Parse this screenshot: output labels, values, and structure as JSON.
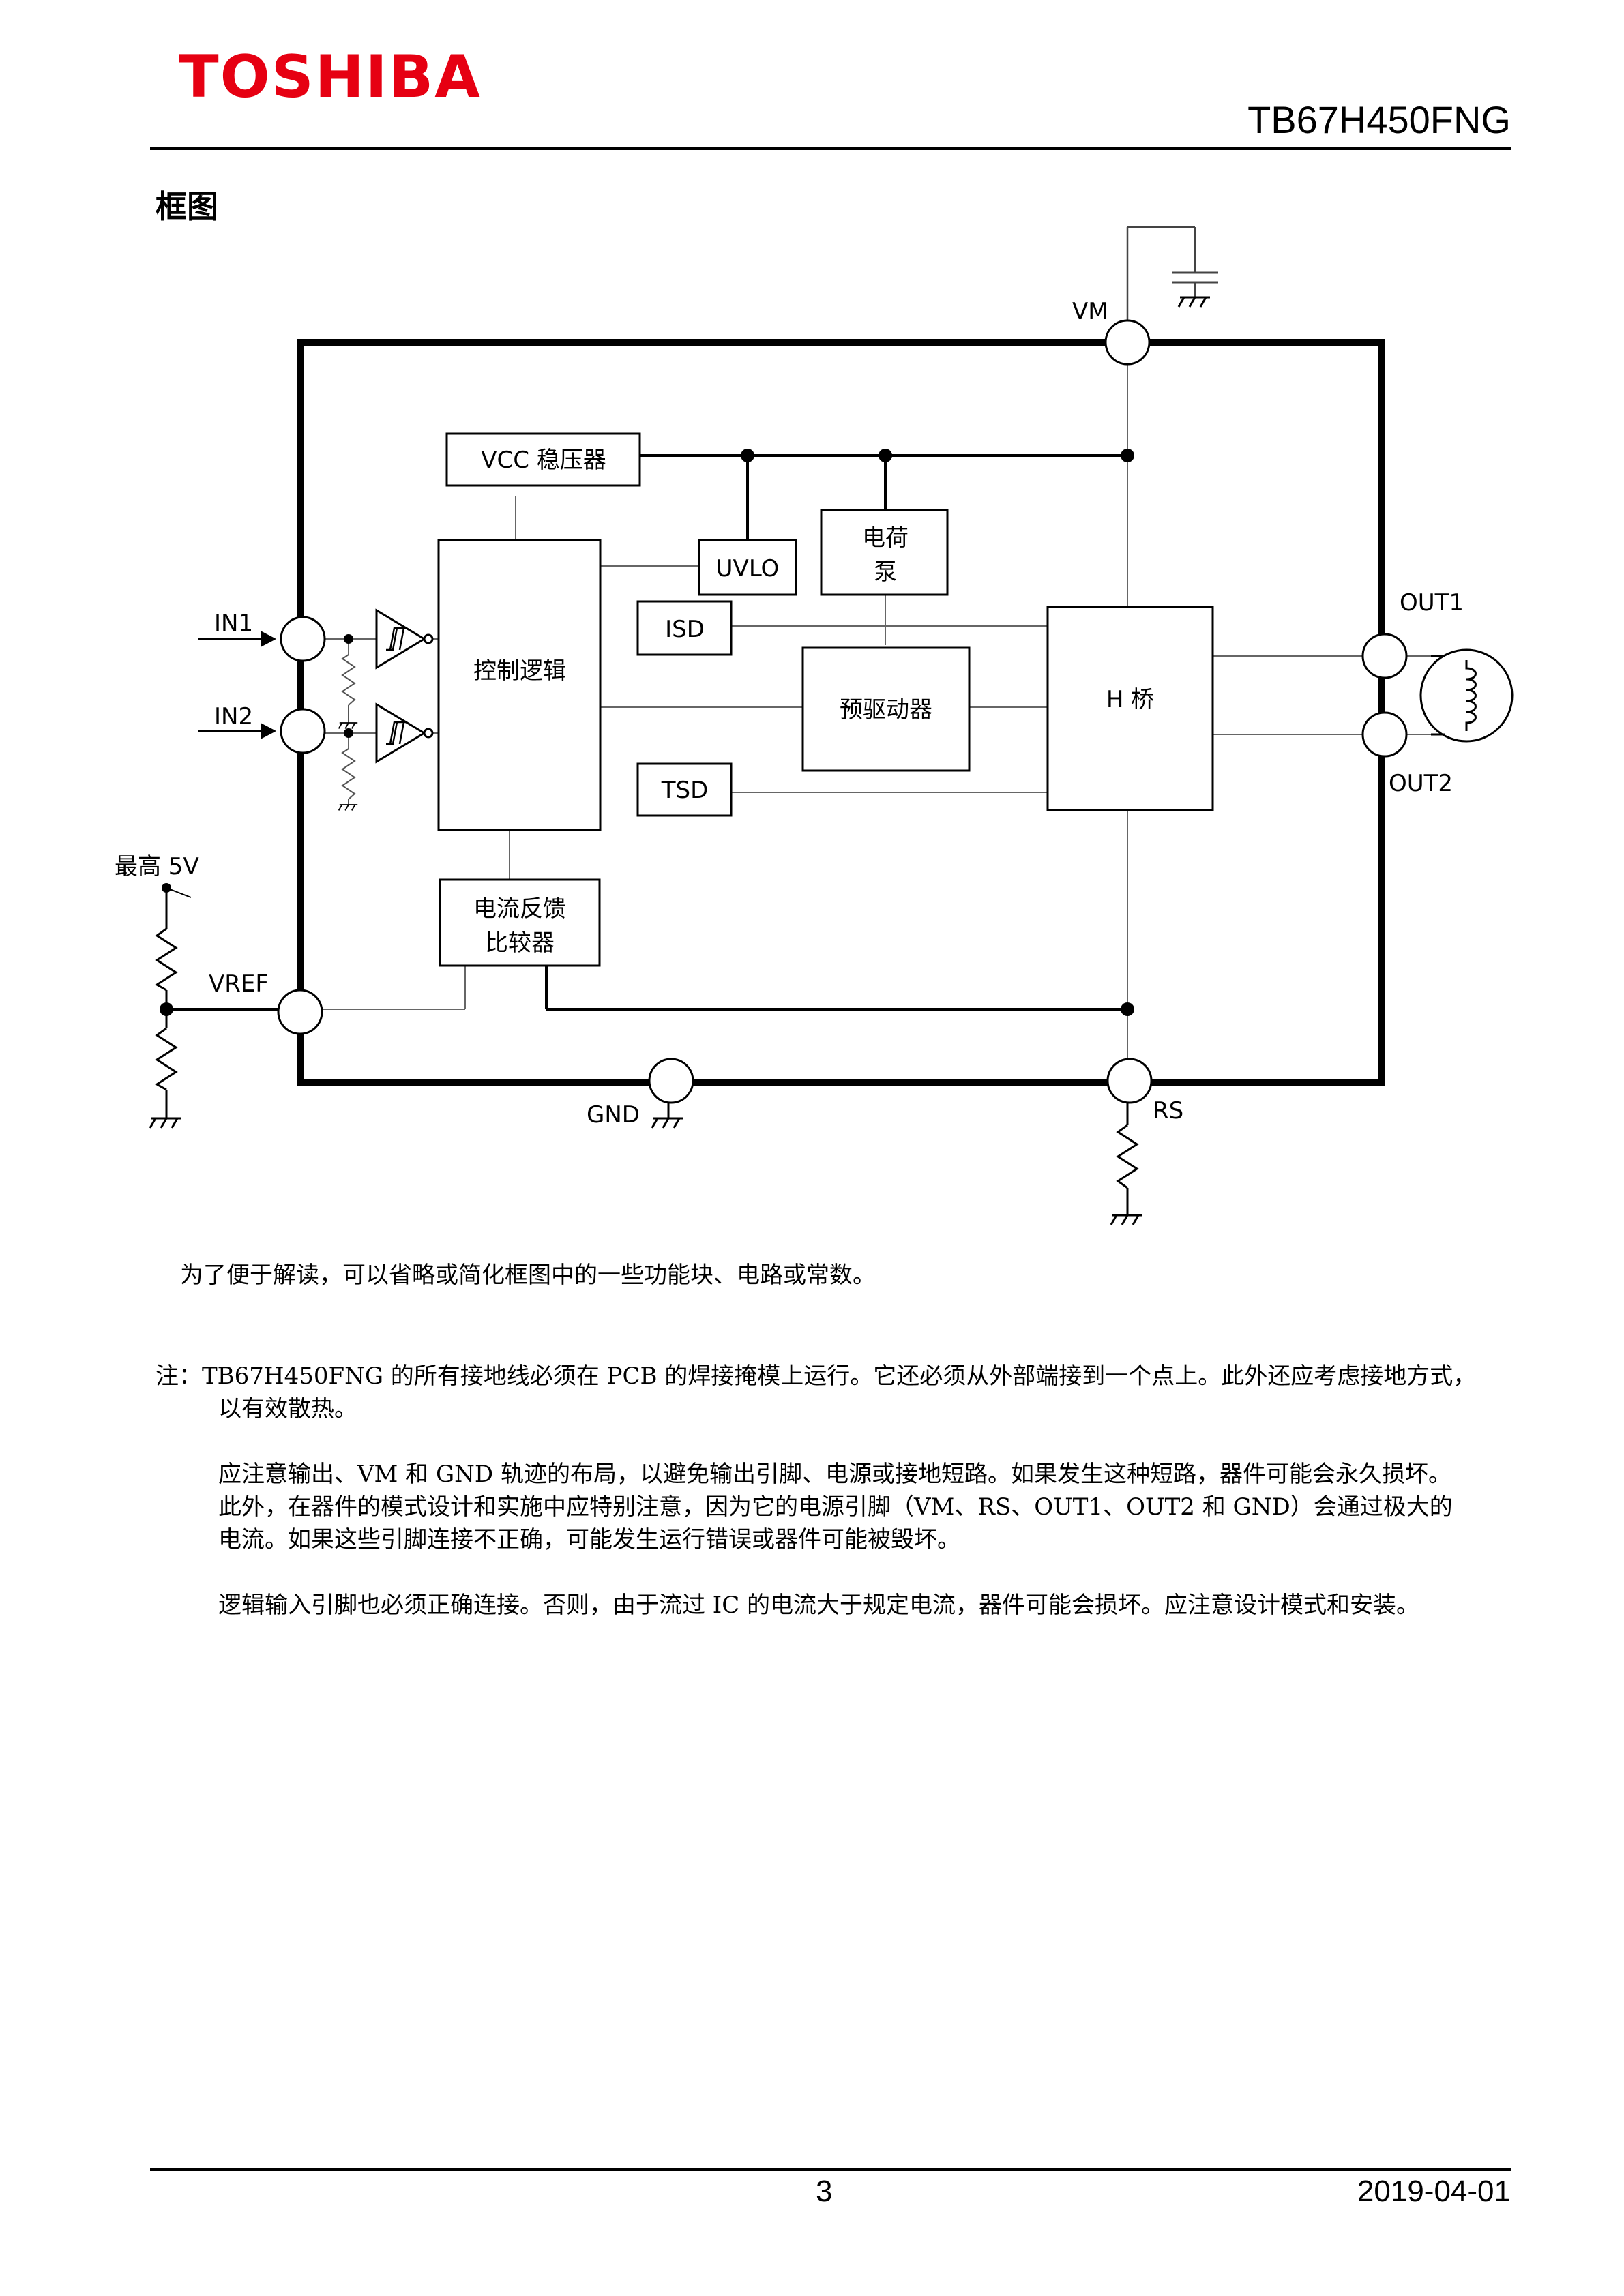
{
  "header": {
    "logo": "TOSHIBA",
    "part_number": "TB67H450FNG"
  },
  "section_title": "框图",
  "diagram": {
    "pins": {
      "vm": "VM",
      "in1": "IN1",
      "in2": "IN2",
      "vref": "VREF",
      "gnd": "GND",
      "rs": "RS",
      "out1": "OUT1",
      "out2": "OUT2",
      "max_5v": "最高 5V"
    },
    "blocks": {
      "vcc_regulator": "VCC 稳压器",
      "control_logic": "控制逻辑",
      "uvlo": "UVLO",
      "charge_pump_line1": "电荷",
      "charge_pump_line2": "泵",
      "isd": "ISD",
      "tsd": "TSD",
      "pre_driver": "预驱动器",
      "h_bridge": "H 桥",
      "comparator_line1": "电流反馈",
      "comparator_line2": "比较器"
    }
  },
  "caption": "为了便于解读，可以省略或简化框图中的一些功能块、电路或常数。",
  "notes": {
    "note1_line1": "注：TB67H450FNG 的所有接地线必须在 PCB 的焊接掩模上运行。它还必须从外部端接到一个点上。此外还应考虑接地方式，",
    "note1_line2": "以有效散热。",
    "note2_line1": "应注意输出、VM 和 GND 轨迹的布局，以避免输出引脚、电源或接地短路。如果发生这种短路，器件可能会永久损坏。",
    "note2_line2": "此外，在器件的模式设计和实施中应特别注意，因为它的电源引脚（VM、RS、OUT1、OUT2 和 GND）会通过极大的",
    "note2_line3": "电流。如果这些引脚连接不正确，可能发生运行错误或器件可能被毁坏。",
    "note3_line1": "逻辑输入引脚也必须正确连接。否则，由于流过 IC 的电流大于规定电流，器件可能会损坏。应注意设计模式和安装。"
  },
  "footer": {
    "page_number": "3",
    "date": "2019-04-01"
  },
  "colors": {
    "logo_red": "#e60012"
  }
}
